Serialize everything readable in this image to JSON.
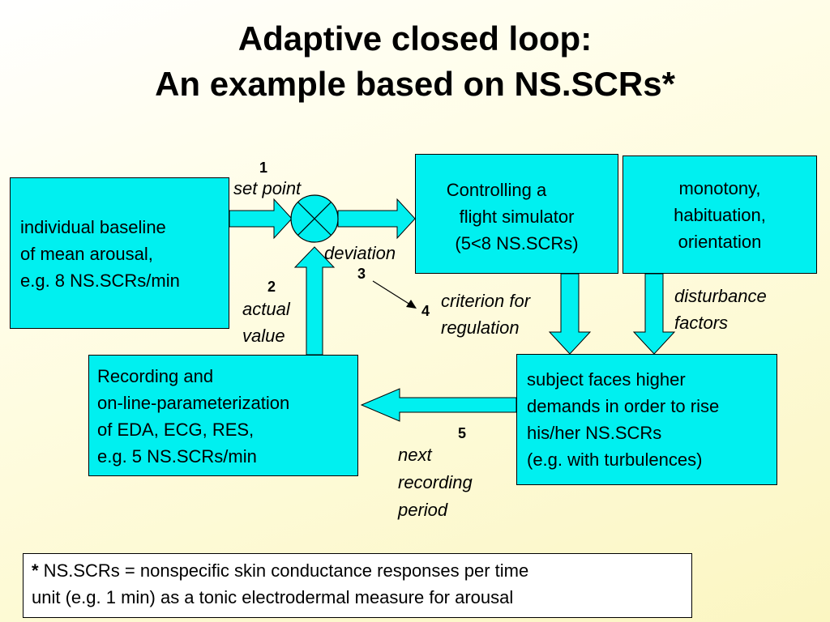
{
  "title": {
    "line1": "Adaptive closed loop:",
    "line2": "An example based on NS.SCRs*"
  },
  "boxes": {
    "baseline": [
      "individual baseline",
      "of mean arousal,",
      "e.g. 8 NS.SCRs/min"
    ],
    "simulator": [
      "Controlling a",
      "flight simulator",
      "(5<8 NS.SCRs)"
    ],
    "disturbance": [
      "monotony,",
      "habituation,",
      "orientation"
    ],
    "recording": [
      "Recording and",
      "on-line-parameterization",
      "of EDA, ECG, RES,",
      "e.g. 5 NS.SCRs/min"
    ],
    "subject": [
      "subject faces higher",
      "demands in order to rise",
      "his/her NS.SCRs",
      "(e.g. with turbulences)"
    ]
  },
  "labels": {
    "set_point": "set point",
    "deviation": "deviation",
    "actual_value": [
      "actual",
      "value"
    ],
    "criterion": [
      "criterion for",
      "regulation"
    ],
    "disturbance_factors": [
      "disturbance",
      "factors"
    ],
    "next_recording": [
      "next",
      "recording",
      "period"
    ]
  },
  "numbers": {
    "n1": "1",
    "n2": "2",
    "n3": "3",
    "n4": "4",
    "n5": "5"
  },
  "footnote": {
    "star": "*",
    "line1": " NS.SCRs = nonspecific skin conductance responses per time",
    "line2": "unit (e.g. 1 min) as a tonic electrodermal measure for arousal"
  },
  "colors": {
    "box_fill": "#00f0f0",
    "arrow_fill": "#00f0f0",
    "outline": "#000000"
  }
}
